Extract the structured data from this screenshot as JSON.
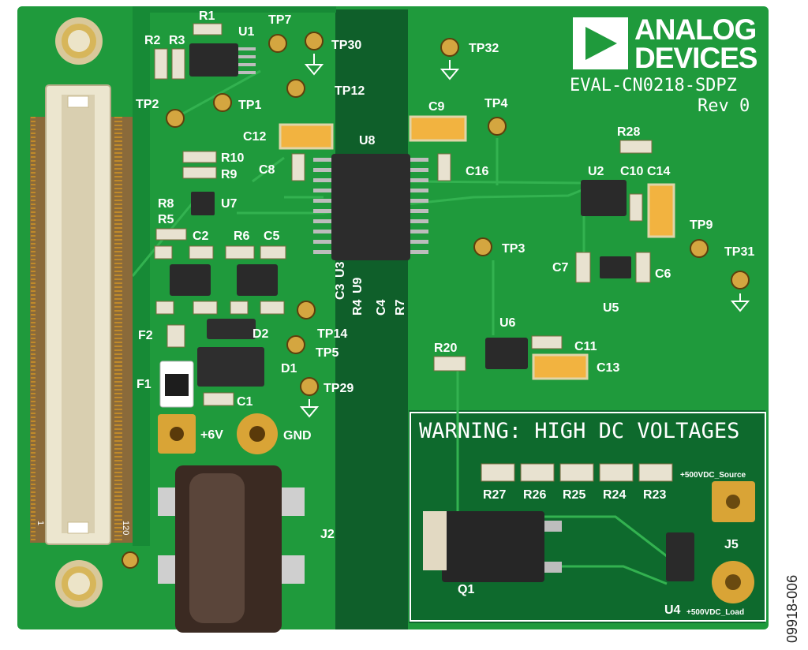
{
  "board": {
    "name": "EVAL-CN0218-SDPZ",
    "revision": "Rev 0",
    "figure_code": "09918-006",
    "warning": "WARNING: HIGH DC VOLTAGES",
    "logo_line1": "ANALOG",
    "logo_line2": "DEVICES"
  },
  "labels": {
    "R1": "R1",
    "R2": "R2",
    "R3": "R3",
    "U1": "U1",
    "TP7": "TP7",
    "TP30": "TP30",
    "TP32": "TP32",
    "TP12": "TP12",
    "TP2": "TP2",
    "TP1": "TP1",
    "C12": "C12",
    "C9": "C9",
    "TP4": "TP4",
    "U8": "U8",
    "C8": "C8",
    "C16": "C16",
    "R10": "R10",
    "R9": "R9",
    "R8": "R8",
    "R5": "R5",
    "U7": "U7",
    "C2": "C2",
    "R6": "R6",
    "C5": "C5",
    "R28": "R28",
    "U2": "U2",
    "C10": "C10",
    "C14": "C14",
    "TP9": "TP9",
    "TP31": "TP31",
    "TP3": "TP3",
    "C7": "C7",
    "C6": "C6",
    "U5": "U5",
    "C3": "C3",
    "U3": "U3",
    "R4": "R4",
    "U9": "U9",
    "C4": "C4",
    "R7": "R7",
    "TP14": "TP14",
    "TP5": "TP5",
    "F2": "F2",
    "D2": "D2",
    "D1": "D1",
    "F1": "F1",
    "C1": "C1",
    "TP29": "TP29",
    "U6": "U6",
    "R20": "R20",
    "C11": "C11",
    "C13": "C13",
    "plus6v": "+6V",
    "gnd": "GND",
    "J2": "J2",
    "R27": "R27",
    "R26": "R26",
    "R25": "R25",
    "R24": "R24",
    "R23": "R23",
    "source": "+500VDC_Source",
    "J5": "J5",
    "Q1": "Q1",
    "U4": "U4",
    "load": "+500VDC_Load",
    "pin120": "120",
    "pin1": "1"
  },
  "colors": {
    "pcb": "#1f9a3c",
    "pcb_dark": "#0e5e2a",
    "pcb_mid": "#178a36",
    "gold": "#d8a03a",
    "silk": "#ffffff"
  }
}
